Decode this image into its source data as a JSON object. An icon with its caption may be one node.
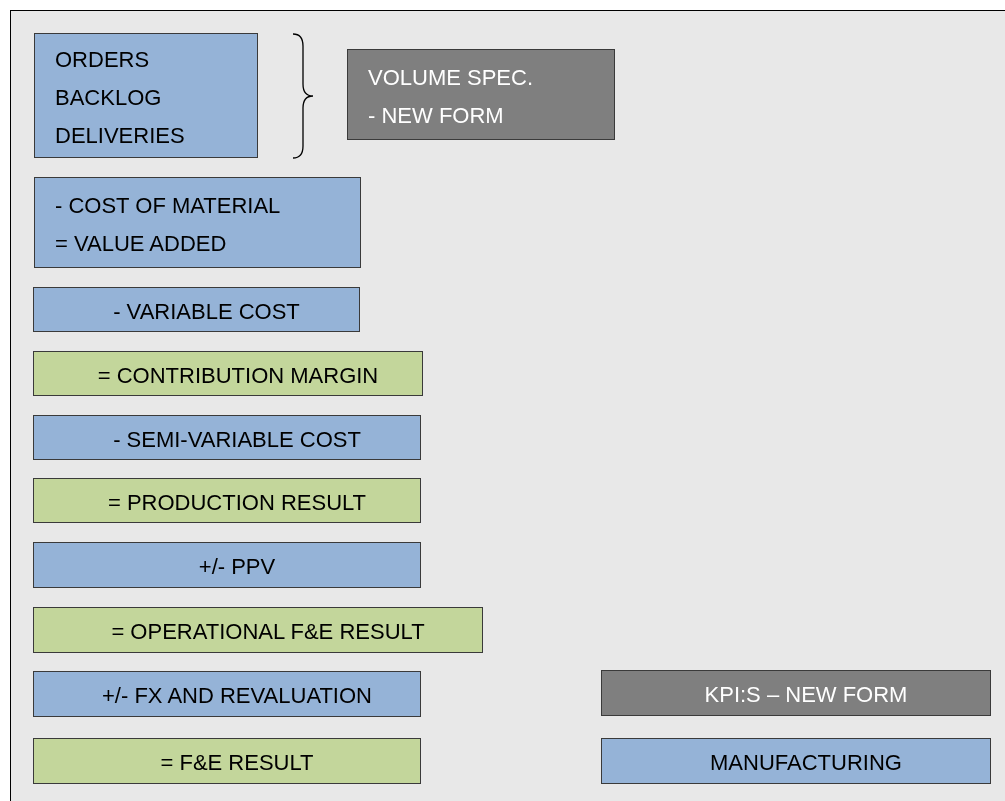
{
  "diagram": {
    "nodes": [
      {
        "text": [
          "ORDERS",
          "BACKLOG",
          "DELIVERIES"
        ]
      },
      {
        "text": [
          "VOLUME SPEC. - NEW FORM"
        ]
      },
      {
        "text": [
          "- COST OF MATERIAL",
          "= VALUE ADDED"
        ]
      },
      {
        "text": [
          "- VARIABLE COST"
        ]
      },
      {
        "text": [
          "= CONTRIBUTION MARGIN"
        ]
      },
      {
        "text": [
          "- SEMI-VARIABLE COST"
        ]
      },
      {
        "text": [
          "= PRODUCTION RESULT"
        ]
      },
      {
        "text": [
          "+/- PPV"
        ]
      },
      {
        "text": [
          "= OPERATIONAL F&E RESULT"
        ]
      },
      {
        "text": [
          "+/- FX AND REVALUATION"
        ]
      },
      {
        "text": [
          "KPI:S – NEW FORM"
        ]
      },
      {
        "text": [
          "= F&E RESULT"
        ]
      },
      {
        "text": [
          "MANUFACTURING"
        ]
      }
    ]
  }
}
